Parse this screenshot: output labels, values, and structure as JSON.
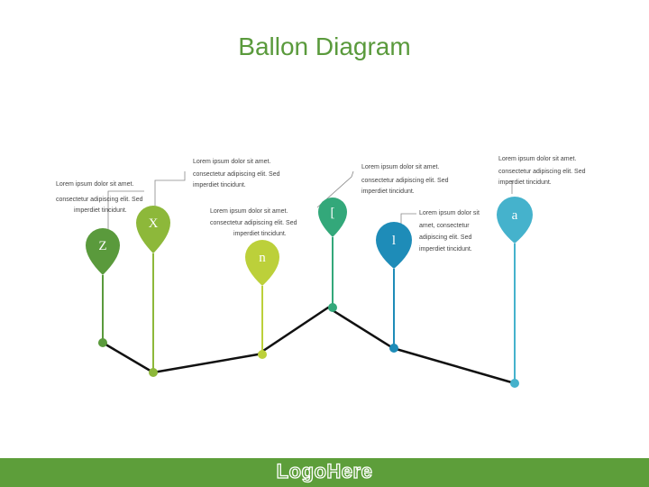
{
  "title": "Ballon Diagram",
  "logo_text": "LogoHere",
  "colors": {
    "title": "#5a9a3c",
    "footer": "#5d9e3a",
    "balloon_1": "#5a9a3c",
    "balloon_2": "#8db83a",
    "balloon_3": "#bcd03a",
    "balloon_4": "#33a87a",
    "balloon_5": "#1e8cb8",
    "balloon_6": "#45b2cc"
  },
  "balloons": [
    {
      "letter": "Z",
      "icon": "balloon-icon"
    },
    {
      "letter": "X",
      "icon": "balloon-icon"
    },
    {
      "letter": "n",
      "icon": "balloon-icon"
    },
    {
      "letter": "[",
      "icon": "balloon-icon"
    },
    {
      "letter": "l",
      "icon": "balloon-icon"
    },
    {
      "letter": "a",
      "icon": "balloon-icon"
    }
  ],
  "texts": [
    {
      "lines": [
        "Lorem ipsum dolor sit amet.",
        "consectetur adipiscing elit. Sed",
        "imperdiet tincidunt."
      ]
    },
    {
      "lines": [
        "Lorem ipsum dolor sit amet.",
        "consectetur adipiscing elit. Sed",
        "imperdiet tincidunt."
      ]
    },
    {
      "lines": [
        "Lorem ipsum dolor sit amet.",
        "consectetur adipiscing elit. Sed",
        "imperdiet tincidunt."
      ]
    },
    {
      "lines": [
        "Lorem ipsum dolor sit amet.",
        "consectetur adipiscing elit. Sed",
        "imperdiet tincidunt."
      ]
    },
    {
      "lines": [
        "Lorem ipsum dolor sit",
        "amet, consectetur",
        "adipiscing elit. Sed",
        "imperdiet tincidunt."
      ]
    },
    {
      "lines": [
        "Lorem ipsum dolor sit amet.",
        "consectetur adipiscing elit. Sed",
        "imperdiet tincidunt."
      ]
    }
  ]
}
